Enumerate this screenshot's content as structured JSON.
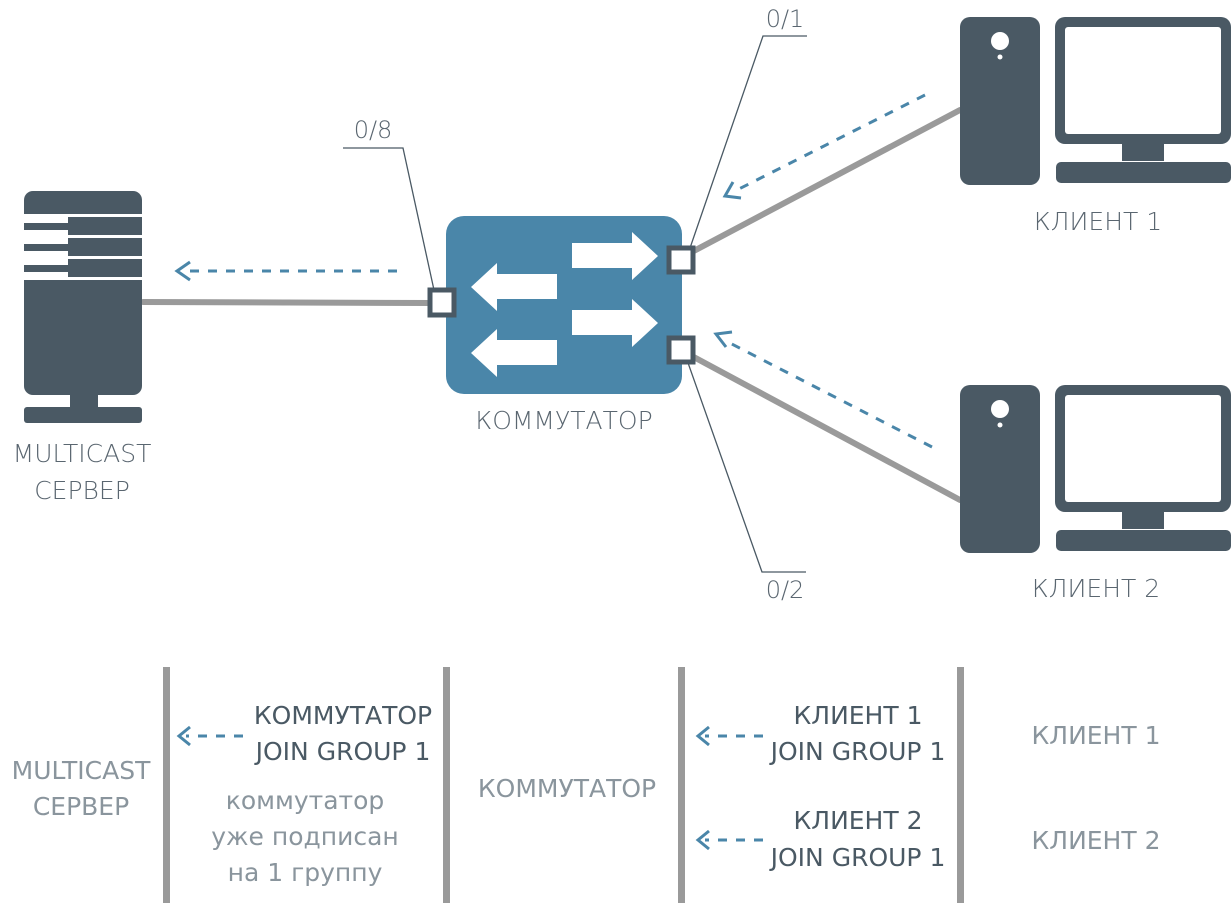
{
  "colors": {
    "device": "#4a5964",
    "switch": "#4a86a9",
    "cable": "#9a9a9a",
    "arrow": "#4a86a9",
    "text_dark": "#4a5964",
    "text_light": "#8a959d"
  },
  "diagram": {
    "server_label_line1": "MULTICAST",
    "server_label_line2": "СЕРВЕР",
    "switch_label": "КОММУТАТОР",
    "client1_label": "КЛИЕНТ 1",
    "client2_label": "КЛИЕНТ 2",
    "port_server": "0/8",
    "port_client1": "0/1",
    "port_client2": "0/2"
  },
  "sequence": {
    "col_server_line1": "MULTICAST",
    "col_server_line2": "СЕРВЕР",
    "col_switch": "КОММУТАТОР",
    "col_client1": "КЛИЕНТ 1",
    "col_client2": "КЛИЕНТ 2",
    "msg_switch_line1": "КОММУТАТОР",
    "msg_switch_line2": "JOIN GROUP 1",
    "note_line1": "коммутатор",
    "note_line2": "уже подписан",
    "note_line3": "на 1 группу",
    "msg_client1_line1": "КЛИЕНТ 1",
    "msg_client1_line2": "JOIN GROUP 1",
    "msg_client2_line1": "КЛИЕНТ 2",
    "msg_client2_line2": "JOIN GROUP 1"
  }
}
